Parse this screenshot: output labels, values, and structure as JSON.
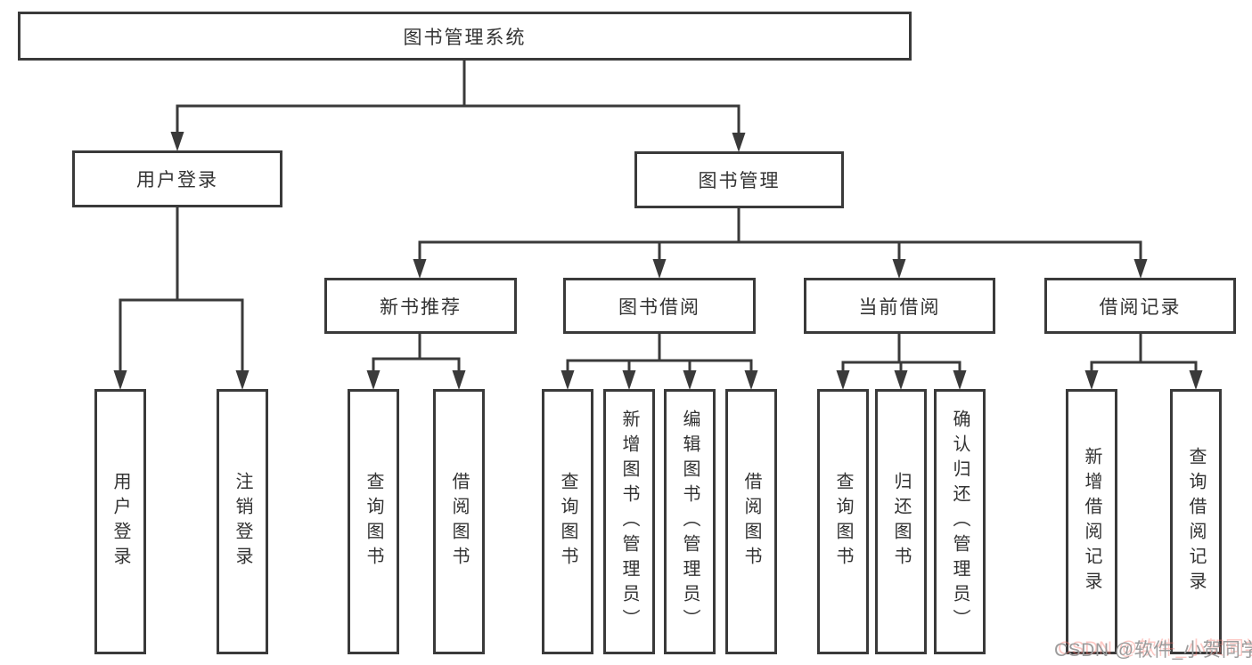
{
  "diagram": {
    "title": "图书管理系统",
    "nodes": {
      "user_login_branch": "用户登录",
      "book_mgmt_branch": "图书管理",
      "new_book_rec": "新书推荐",
      "book_borrow": "图书借阅",
      "current_borrow": "当前借阅",
      "borrow_records": "借阅记录",
      "leaf_user_login": "用户登录",
      "leaf_logout": "注销登录",
      "leaf_nbr_query_books": "查询图书",
      "leaf_nbr_borrow_books": "借阅图书",
      "leaf_bb_query_books": "查询图书",
      "leaf_bb_add_books": "新增图书（管理员）",
      "leaf_bb_edit_books": "编辑图书（管理员）",
      "leaf_bb_borrow_books": "借阅图书",
      "leaf_cb_query_books": "查询图书",
      "leaf_cb_return_books": "归还图书",
      "leaf_cb_confirm_return": "确认归还（管理员）",
      "leaf_br_add_record": "新增借阅记录",
      "leaf_br_query_record": "查询借阅记录"
    }
  },
  "watermark": {
    "text": "CSDN @软件_小贺同学"
  },
  "colors": {
    "line": "#3a3a3a",
    "box_border": "#3a3a3a",
    "text": "#333333",
    "background": "#ffffff",
    "watermark_gray": "#9c9c9c",
    "watermark_red": "#fa786e"
  }
}
